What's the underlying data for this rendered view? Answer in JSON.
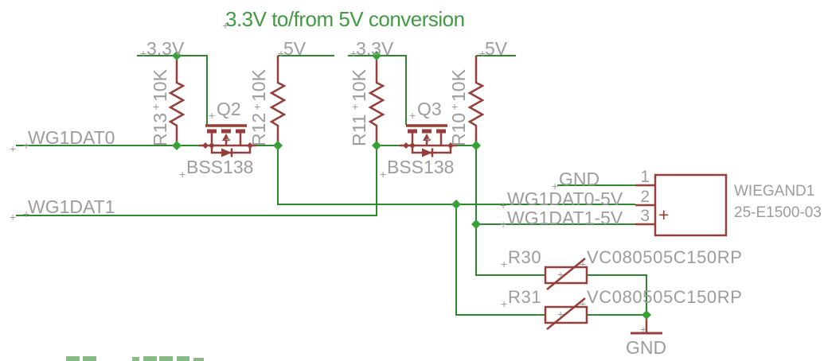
{
  "title": "3.3V to/from 5V conversion",
  "colors": {
    "background": "#ffffff",
    "wire_green": "#2b8a2b",
    "junction_green": "#36a136",
    "symbol_maroon": "#963f3a",
    "label_gray": "#9c9c9c",
    "title_green": "#3f9b3f"
  },
  "marks": {
    "cross": "+"
  },
  "net_labels": {
    "wg1dat0": "WG1DAT0",
    "wg1dat1": "WG1DAT1",
    "v33": "3.3V",
    "v5": "5V",
    "gnd": "GND",
    "wg1dat0_5v": "WG1DAT0-5V",
    "wg1dat1_5v": "WG1DAT1-5V"
  },
  "components": {
    "q2": {
      "ref": "Q2",
      "value": "BSS138"
    },
    "q3": {
      "ref": "Q3",
      "value": "BSS138"
    },
    "r13": {
      "ref": "R13",
      "value": "10K"
    },
    "r12": {
      "ref": "R12",
      "value": "10K"
    },
    "r11": {
      "ref": "R11",
      "value": "10K"
    },
    "r10": {
      "ref": "R10",
      "value": "10K"
    },
    "r30": {
      "ref": "R30",
      "value": "VC080505C150RP"
    },
    "r31": {
      "ref": "R31",
      "value": "VC080505C150RP"
    },
    "connector": {
      "ref": "WIEGAND1",
      "value": "25-E1500-03",
      "plus_mark": "+",
      "pins": [
        {
          "number": "1",
          "net": "GND"
        },
        {
          "number": "2",
          "net": "WG1DAT0-5V"
        },
        {
          "number": "3",
          "net": "WG1DAT1-5V"
        }
      ]
    }
  }
}
